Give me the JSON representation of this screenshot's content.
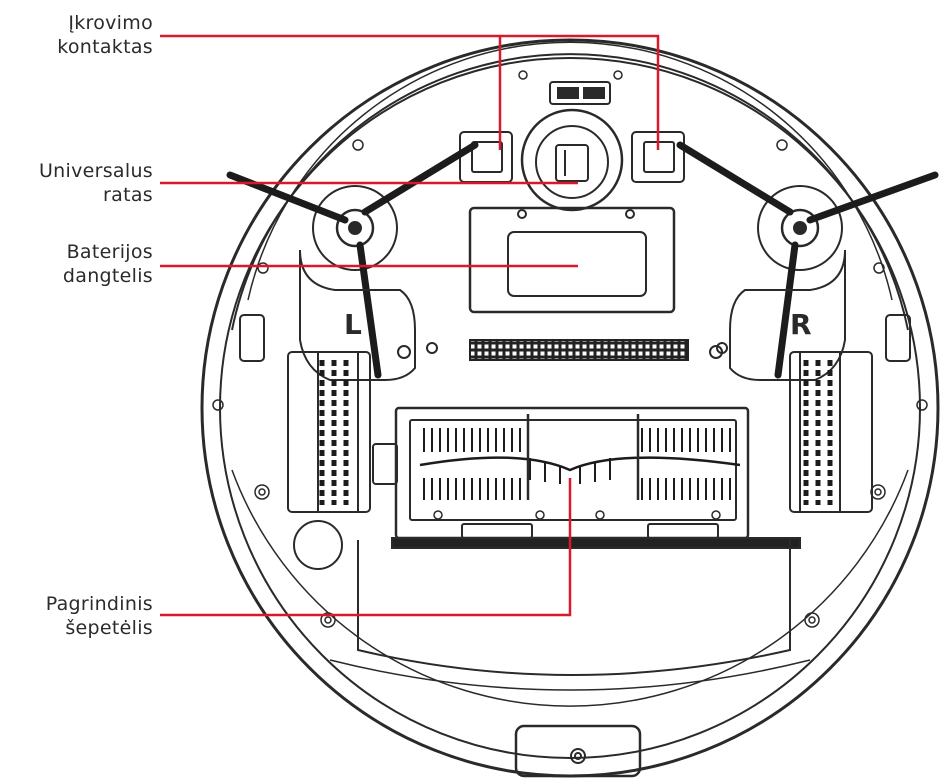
{
  "labels": {
    "charging_contacts": {
      "line1": "Įkrovimo",
      "line2": "kontaktas"
    },
    "universal_wheel": {
      "line1": "Universalus",
      "line2": "ratas"
    },
    "battery_cover": {
      "line1": "Baterijos",
      "line2": "dangtelis"
    },
    "main_brush": {
      "line1": "Pagrindinis",
      "line2": "šepetėlis"
    }
  },
  "markings": {
    "left": "L",
    "right": "R"
  },
  "colors": {
    "leader_line": "#d7192d",
    "outline": "#2a2a2a",
    "text": "#2b2b2b"
  }
}
